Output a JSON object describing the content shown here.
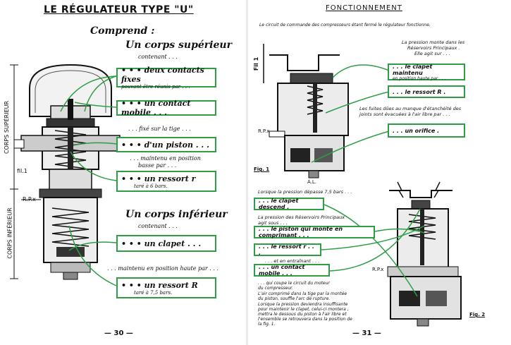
{
  "left_page": {
    "title": "LE RÉGULATEUR TYPE \"U\"",
    "comprend": "Comprend :",
    "corps_superieur": "Un corps supérieur",
    "contenant1": "contenant . . .",
    "box_contacts_fixes": "• • • deux contacts fixes",
    "box_contacts_fixes_sub": "pouvant être réunis par . . .",
    "box_contact_mobile": "• • • un contact mobile . . .",
    "fixe_tige": ". . . fixé sur la tige . . .",
    "box_piston": "• • • d'un piston . . .",
    "maintenu1": ". . . maintenu en position",
    "maintenu2": "basse par . . .",
    "box_ressort_r": "• • • un ressort r",
    "box_ressort_r_sub": "taré à 6 bars.",
    "corps_inferieur": "Un corps inférieur",
    "contenant2": "contenant . . .",
    "box_clapet": "• • • un clapet . . .",
    "maintenu_haute": ". . . maintenu en position haute par . . .",
    "box_ressort_R": "• • • un ressort R",
    "box_ressort_R_sub": "taré à 7,5 bars.",
    "label_corps_sup": "CORPS SUPÉRIEUR",
    "label_corps_inf": "CORPS INFÉRIEUR",
    "label_fil": "fil.1",
    "label_rp": "R.P.x",
    "page_number": "— 30 —"
  },
  "right_page": {
    "title": "FONCTIONNEMENT",
    "intro": "Le circuit de commande des compresseurs étant fermé le régulateur fonctionne.",
    "pression_monte1": "La pression monte dans les",
    "pression_monte2": "Réservoirs Principaux .",
    "pression_monte3": "Elle agit sur . . .",
    "box_clapet_maintenu": ". . . le clapet maintenu",
    "box_clapet_maintenu_sub": "en position haute par . . .",
    "box_ressort_R": ". . . le ressort  R .",
    "fuites1": "Les fuites dûes au manque d'étanchéité des",
    "fuites2": "joints sont évacuées à l'air libre par . . .",
    "box_orifice": ". . . un orifice .",
    "fil1": "Fil 1",
    "rp1": "R.P.x",
    "fig1": "Fig. 1",
    "al": "A.L.",
    "depasse": "Lorsque la pression dépasse 7,5 bars . . .",
    "box_clapet_descend": ". . . le clapet descend .",
    "pression_agit1": "La pression des Réservoirs Principaux",
    "pression_agit2": "agit sous . . .",
    "box_piston": ". . . le piston qui monte en comprimant . . .",
    "box_ressort_r": ". . . le ressort  r . . .",
    "entrainant": ". . . et en entraînant . . .",
    "box_contact_mobile": ". . . un contact mobile . . .",
    "rp2": "R.P.x",
    "fig2": "Fig. 2",
    "para1": ". . . qui coupe le circuit du moteur",
    "para2": "du compresseur.",
    "para3": "L'air comprimé dans la tige par la montée",
    "para4": "du piston, souffle l'arc de rupture.",
    "para5": "Lorsque la pression deviendra insuffisante",
    "para6": "pour maintenir le clapet, celui-ci montera ,",
    "para7": "mettra le dessous du piston à l'air libre et",
    "para8": "l'ensemble se retrouvera dans la position de",
    "para9": "la fig. 1.",
    "page_number": "— 31 —"
  },
  "colors": {
    "accent_green": "#2e9e46",
    "ink": "#111111"
  }
}
